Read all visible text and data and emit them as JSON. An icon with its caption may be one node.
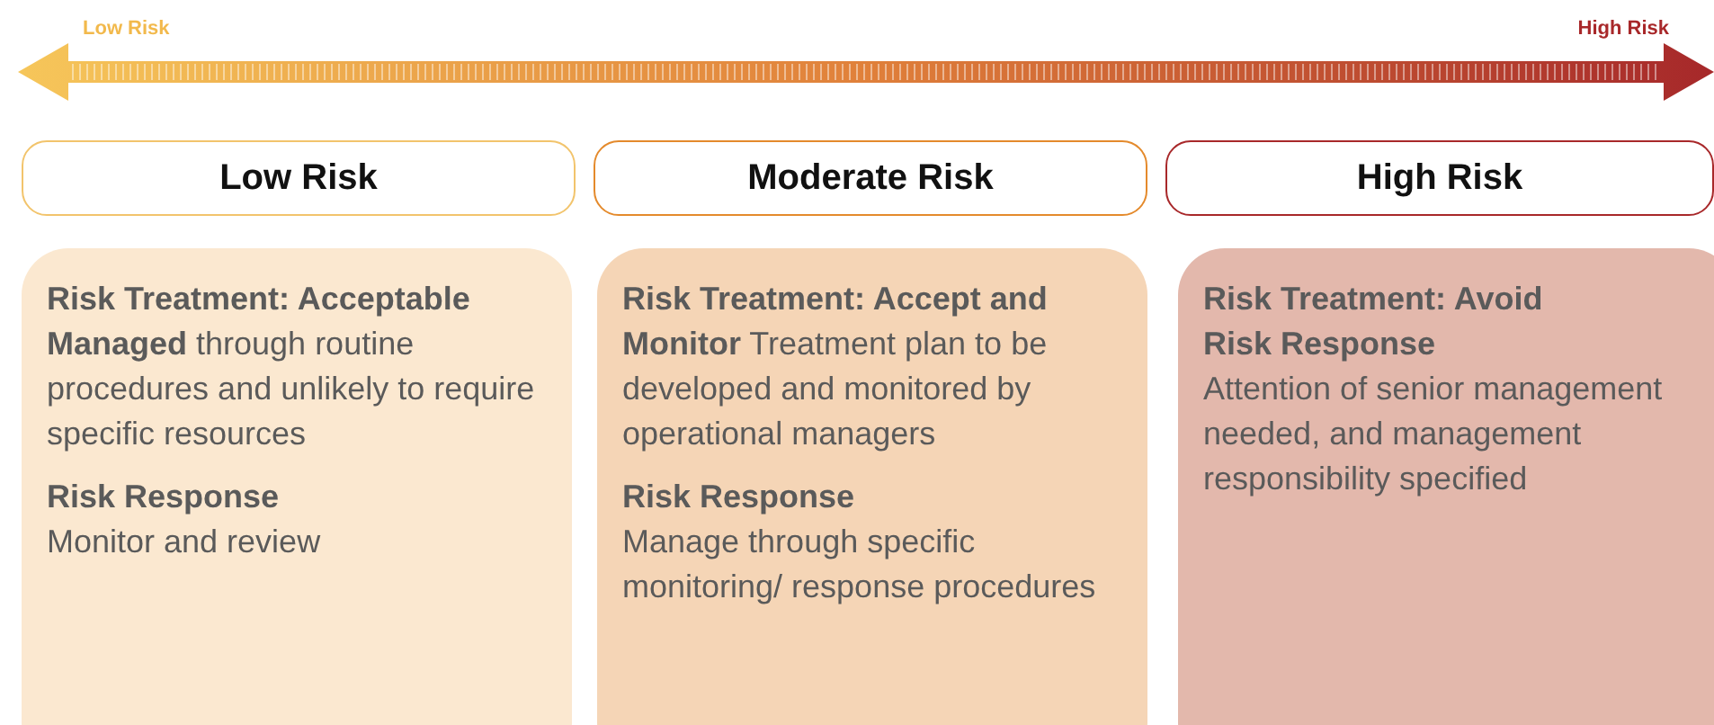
{
  "diagram": {
    "nodes": [
      {
        "text": [
          "Low Risk"
        ]
      },
      {
        "text": [
          "Moderate Risk"
        ]
      },
      {
        "text": [
          "High Risk"
        ]
      },
      {
        "text": [
          "**Risk Treatment: Acceptable Managed** through routine procedures and unlikely to require specific resources",
          "Risk Response",
          "Monitor and review"
        ]
      },
      {
        "text": [
          "**Risk Treatment: Accept and Monitor** Treatment plan to be developed and monitored by operational managers",
          "Risk Response",
          "Manage through specific monitoring/ response procedures"
        ]
      },
      {
        "text": [
          "Risk Treatment: Avoid",
          "Risk Response",
          "Attention of senior management needed,  and management responsibility specified"
        ]
      }
    ],
    "labels": [
      "Low Risk",
      "High Risk"
    ]
  }
}
